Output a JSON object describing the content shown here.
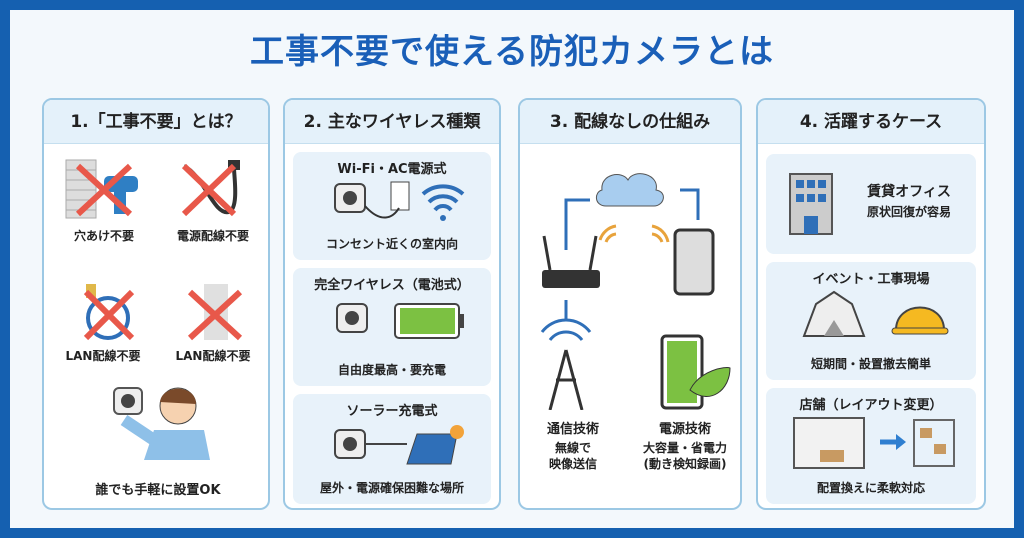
{
  "title": "工事不要で使える防犯カメラとは",
  "panels": [
    {
      "heading": "1.「工事不要」とは？",
      "items": [
        "穴あけ不要",
        "電源配線不要",
        "LAN配線不要",
        "LAN配線不要"
      ],
      "footer": "誰でも手軽に設置OK"
    },
    {
      "heading": "2. 主なワイヤレス種類",
      "types": [
        {
          "name": "Wi-Fi・AC電源式",
          "desc": "コンセント近くの室内向"
        },
        {
          "name": "完全ワイヤレス（電池式）",
          "desc": "自由度最高・要充電"
        },
        {
          "name": "ソーラー充電式",
          "desc": "屋外・電源確保困難な場所"
        }
      ]
    },
    {
      "heading": "3. 配線なしの仕組み",
      "comm": {
        "title": "通信技術",
        "line1": "無線で",
        "line2": "映像送信"
      },
      "power": {
        "title": "電源技術",
        "line1": "大容量・省電力",
        "line2": "(動き検知録画)"
      }
    },
    {
      "heading": "4. 活躍するケース",
      "cases": [
        {
          "name": "賃貸オフィス",
          "desc": "原状回復が容易"
        },
        {
          "name": "イベント・工事現場",
          "desc": "短期間・設置撤去簡単"
        },
        {
          "name": "店舗（レイアウト変更）",
          "desc": "配置換えに柔軟対応"
        }
      ]
    }
  ],
  "colors": {
    "frame": "#1560b0",
    "title": "#1a5fb8",
    "cross": "#e8584a",
    "battery": "#7cc142",
    "signal": "#e8a33c"
  }
}
